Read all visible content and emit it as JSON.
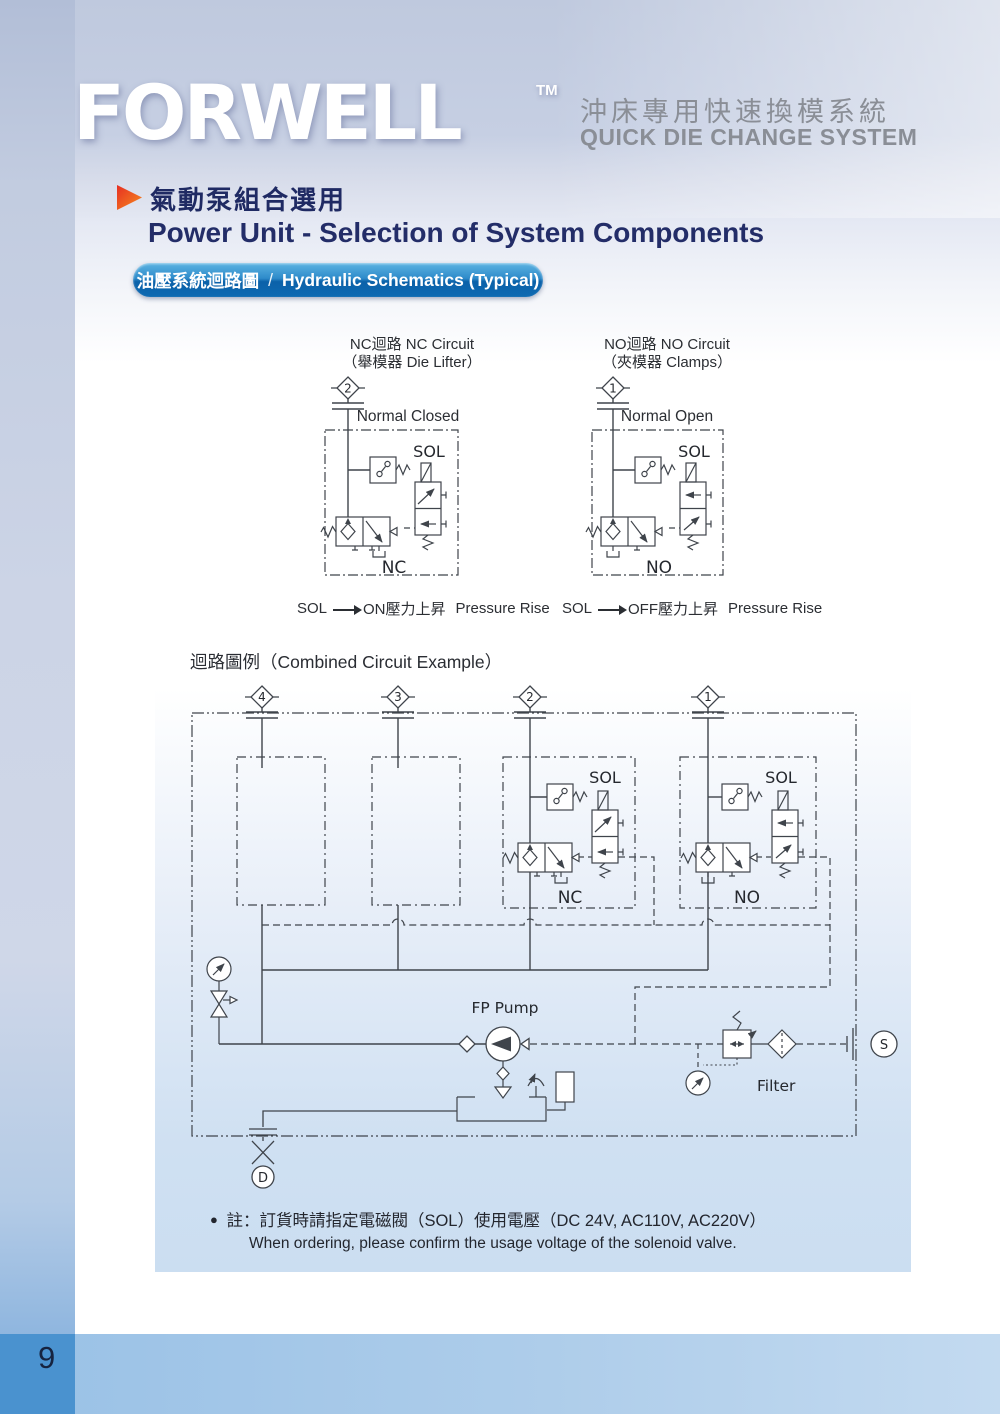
{
  "header": {
    "brand": "FORWELL",
    "trademark": "TM",
    "tagline_zh": "沖床專用快速換模系統",
    "tagline_en": "QUICK DIE CHANGE SYSTEM"
  },
  "section": {
    "title_zh": "氣動泵組合選用",
    "title_en": "Power Unit - Selection of System Components",
    "badge_zh": "油壓系統迴路圖",
    "badge_separator": "/",
    "badge_en": "Hydraulic Schematics (Typical)"
  },
  "nc_circuit": {
    "title": "NC迴路  NC Circuit",
    "subtitle": "（舉模器  Die Lifter）",
    "port_number": "2",
    "state_label": "Normal Closed",
    "sol_label": "SOL",
    "valve_label": "NC",
    "caption": {
      "lead": "SOL",
      "zh": "ON壓力上昇",
      "en": "Pressure Rise"
    }
  },
  "no_circuit": {
    "title": "NO迴路  NO Circuit",
    "subtitle": "（夾模器  Clamps）",
    "port_number": "1",
    "state_label": "Normal Open",
    "sol_label": "SOL",
    "valve_label": "NO",
    "caption": {
      "lead": "SOL",
      "zh": "OFF壓力上昇",
      "en": "Pressure Rise"
    }
  },
  "combined": {
    "title": "迴路圖例（Combined Circuit Example）",
    "ports": [
      "4",
      "3",
      "2",
      "1"
    ],
    "sol_label_nc": "SOL",
    "sol_label_no": "SOL",
    "nc_label": "NC",
    "no_label": "NO",
    "pump_label": "FP Pump",
    "filter_label": "Filter",
    "suction_port_label": "S",
    "drain_port_label": "D"
  },
  "note": {
    "bullet": "●",
    "line_zh": "註：訂貨時請指定電磁閥（SOL）使用電壓（DC 24V, AC110V, AC220V）",
    "line_en": "When ordering, please confirm the usage voltage of the solenoid valve."
  },
  "footer": {
    "page_number": "9"
  }
}
